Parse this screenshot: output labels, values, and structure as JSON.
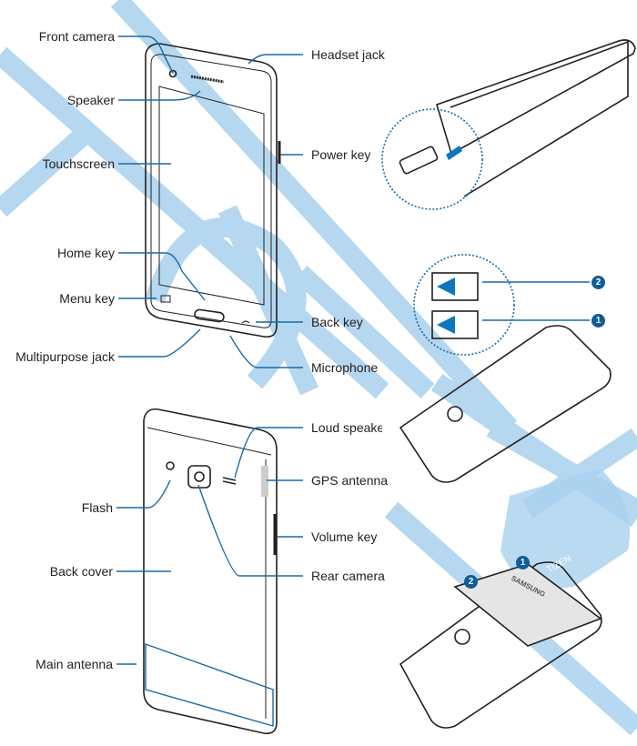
{
  "colors": {
    "leader": "#1a6aa3",
    "watermark": "#9fcbeb",
    "badge": "#0e5c99"
  },
  "front_view": {
    "labels_left": [
      "Front camera",
      "Speaker",
      "Touchscreen",
      "Home key",
      "Menu key",
      "Multipurpose jack"
    ],
    "labels_right": [
      "Headset jack",
      "Power key",
      "Back key",
      "Microphone"
    ]
  },
  "back_view": {
    "labels_left": [
      "Flash",
      "Back cover",
      "Main antenna"
    ],
    "labels_right": [
      "Loud speaker",
      "GPS antenna",
      "Volume key",
      "Rear camera"
    ]
  },
  "sim_install": {
    "steps": [
      "2",
      "1"
    ]
  },
  "battery_install": {
    "steps": [
      "1",
      "2"
    ],
    "battery_brand": "SAMSUNG"
  },
  "watermark": {
    "logo_text": "TIZEN"
  }
}
